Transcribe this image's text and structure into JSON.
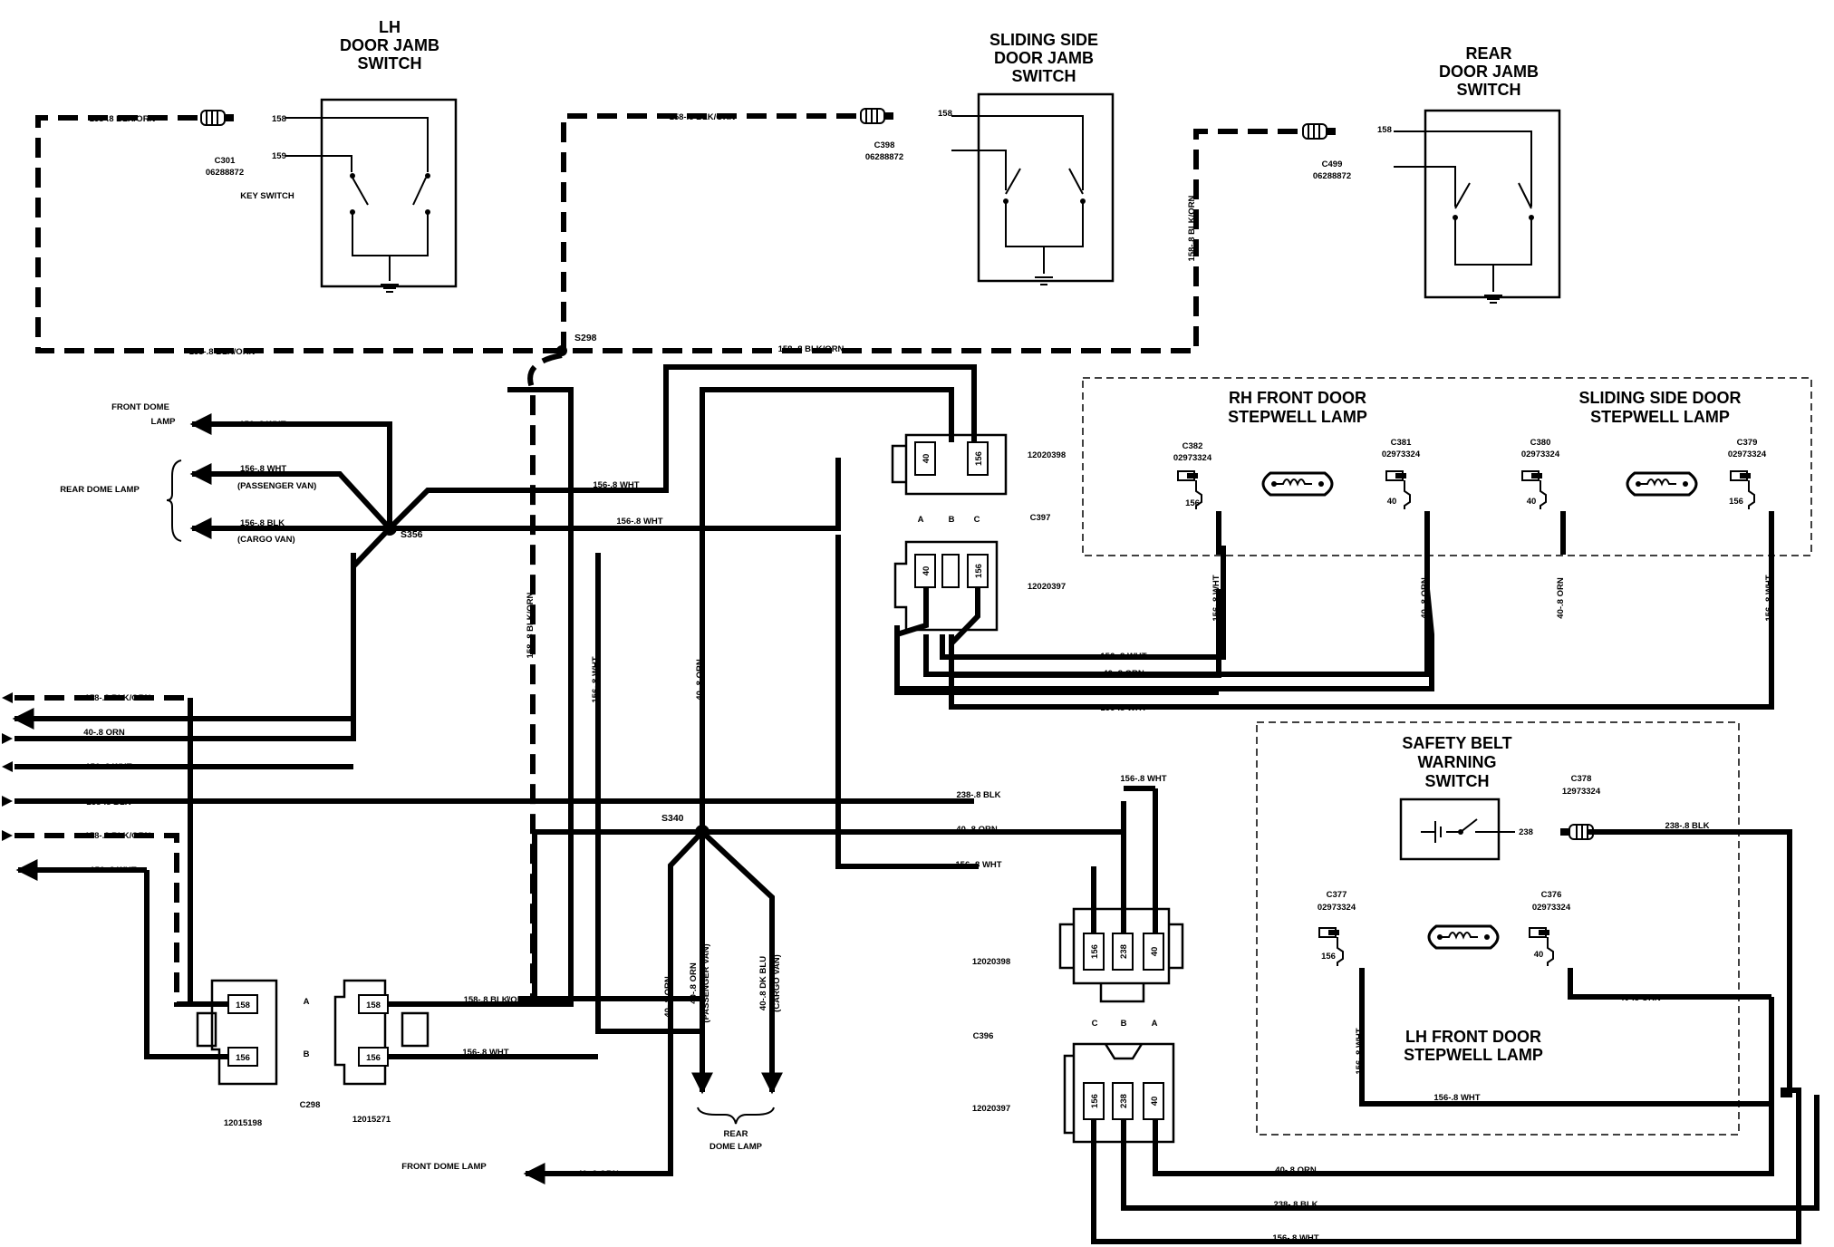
{
  "titles": {
    "lh_door_jamb": [
      "LH",
      "DOOR JAMB",
      "SWITCH"
    ],
    "sliding_door_jamb": [
      "SLIDING SIDE",
      "DOOR JAMB",
      "SWITCH"
    ],
    "rear_door_jamb": [
      "REAR",
      "DOOR JAMB",
      "SWITCH"
    ],
    "rh_front_stepwell": [
      "RH FRONT DOOR",
      "STEPWELL LAMP"
    ],
    "sliding_stepwell": [
      "SLIDING SIDE DOOR",
      "STEPWELL LAMP"
    ],
    "safety_belt": [
      "SAFETY BELT",
      "WARNING",
      "SWITCH"
    ],
    "lh_front_stepwell": [
      "LH FRONT DOOR",
      "STEPWELL LAMP"
    ]
  },
  "switch_labels": {
    "lh_pin_158": "158",
    "lh_pin_159": "159",
    "lh_conn": "C301",
    "lh_part": "06288872",
    "key_switch": "KEY SWITCH",
    "sl_pin_158": "158",
    "sl_conn": "C398",
    "sl_part": "06288872",
    "rear_pin_158": "158",
    "rear_conn": "C499",
    "rear_part": "06288872"
  },
  "splices": {
    "s298": "S298",
    "s356": "S356",
    "s340": "S340"
  },
  "wire_labels": {
    "top_lh": "158-.8 BLK/ORN",
    "top_mid": "158-.8 BLK/ORN",
    "bus_left": "158-.8 BLK/ORN",
    "bus_right": "158-.8 BLK/ORN",
    "rear_vert": "158-.8 BLK/ORN",
    "v_blkorn": "158-.8 BLK/ORN",
    "v_wht": "156-.8 WHT",
    "v_orn": "40-.8 ORN",
    "front_dome_wht": "156-.8 WHT",
    "pass_wht": "156-.8 WHT",
    "pass_van": "(PASSENGER VAN)",
    "cargo_blk": "156-.8 BLK",
    "cargo_van": "(CARGO VAN)",
    "to_c397_wht1": "156-.8 WHT",
    "to_c397_wht2": "156-.8 WHT",
    "left_blkorn": "158-.8 BLK/ORN",
    "left_orn": "40-.8 ORN",
    "left_wht": "156-.8 WHT",
    "left_blk": "238-.8 BLK",
    "left_blkorn2": "158-.8 BLK/ORN",
    "left_wht2": "156-.8 WHT",
    "s340_blk": "238-.8 BLK",
    "s340_orn": "40-.8 ORN",
    "s340_wht": "156-.8 WHT",
    "c396_wht": "156-.8 WHT",
    "stp_wht1": "156-.8 WHT",
    "stp_orn1": "40-.8 ORN",
    "stp_orn2": "40-.8 ORN",
    "stp_wht2": "156-.8 WHT",
    "rh_v1": "156-.8 WHT",
    "rh_v2": "40-.8 ORN",
    "sl_v1": "40-.8 ORN",
    "sl_v2": "156-.8 WHT",
    "c298_blkorn": "158-.8 BLK/ORN",
    "c298_wht": "156-.8 WHT",
    "v_orn_dome": "40-.8 ORN",
    "v_orn_pass": "40-.8 ORN",
    "v_pass_van": "(PASSENGER VAN)",
    "v_dkblu": "40-.8 DK BLU",
    "v_cargo_van": "(CARGO VAN)",
    "front_dome_orn": "40-.8 ORN",
    "belt_blk": "238-.8 BLK",
    "belt_238": "238",
    "lh_orn": "40-.8 ORN",
    "lh_vwht": "156-.8 WHT",
    "lh_hwht": "156-.8 WHT",
    "bot_orn": "40-.8 ORN",
    "bot_blk": "238-.8 BLK",
    "bot_wht": "156-.8 WHT"
  },
  "destinations": {
    "front_dome_lamp": [
      "FRONT DOME",
      "LAMP"
    ],
    "rear_dome_lamp": "REAR DOME LAMP",
    "rear_dome_lamp_bottom": [
      "REAR",
      "DOME LAMP"
    ],
    "front_dome_lamp_bottom": "FRONT DOME LAMP"
  },
  "connectors": {
    "c397": "C397",
    "c397_top_part": "12020398",
    "c397_bot_part": "12020397",
    "c397_cavities_top": [
      "40",
      "156"
    ],
    "c397_cavities_bot": [
      "40",
      "156"
    ],
    "c397_letters": [
      "A",
      "B",
      "C"
    ],
    "c396": "C396",
    "c396_top_part": "12020398",
    "c396_bot_part": "12020397",
    "c396_cavities": [
      "156",
      "238",
      "40"
    ],
    "c396_letters": [
      "C",
      "B",
      "A"
    ],
    "c298": "C298",
    "c298_left_part": "12015198",
    "c298_right_part": "12015271",
    "c298_cavities": [
      "158",
      "156"
    ],
    "c298_letters": [
      "A",
      "B"
    ],
    "c382": "C382",
    "c382_part": "02973324",
    "c382_pin": "156",
    "c381": "C381",
    "c381_part": "02973324",
    "c381_pin": "40",
    "c380": "C380",
    "c380_part": "02973324",
    "c380_pin": "40",
    "c379": "C379",
    "c379_part": "02973324",
    "c379_pin": "156",
    "c378": "C378",
    "c378_part": "12973324",
    "c377": "C377",
    "c377_part": "02973324",
    "c377_pin": "156",
    "c376": "C376",
    "c376_part": "02973324",
    "c376_pin": "40"
  }
}
